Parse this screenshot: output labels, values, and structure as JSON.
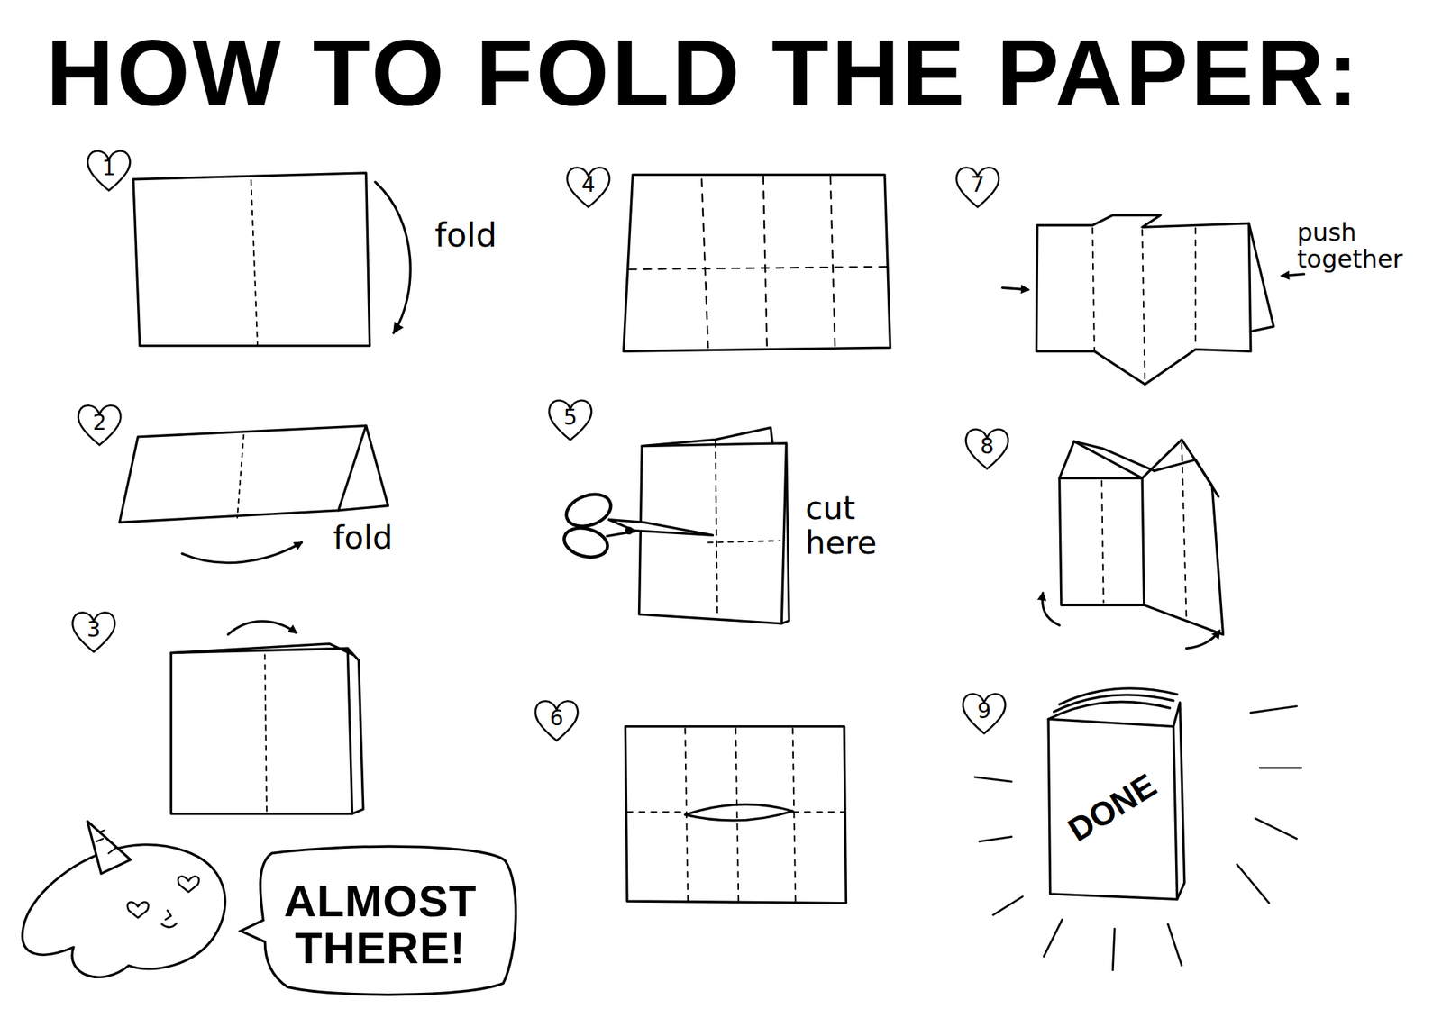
{
  "diagram": {
    "title": "HOW TO FOLD THE PAPER:",
    "nodes": [
      {
        "text": [
          "1"
        ]
      },
      {
        "text": [
          "2"
        ]
      },
      {
        "text": [
          "3"
        ]
      },
      {
        "text": [
          "4"
        ]
      },
      {
        "text": [
          "5"
        ]
      },
      {
        "text": [
          "6"
        ]
      },
      {
        "text": [
          "7"
        ]
      },
      {
        "text": [
          "8"
        ]
      },
      {
        "text": [
          "9"
        ]
      },
      {
        "text": [
          "ALMOST THERE!"
        ]
      },
      {
        "text": [
          "DONE"
        ]
      }
    ],
    "labels": [
      "fold",
      "fold",
      "cut here",
      "push together"
    ]
  }
}
